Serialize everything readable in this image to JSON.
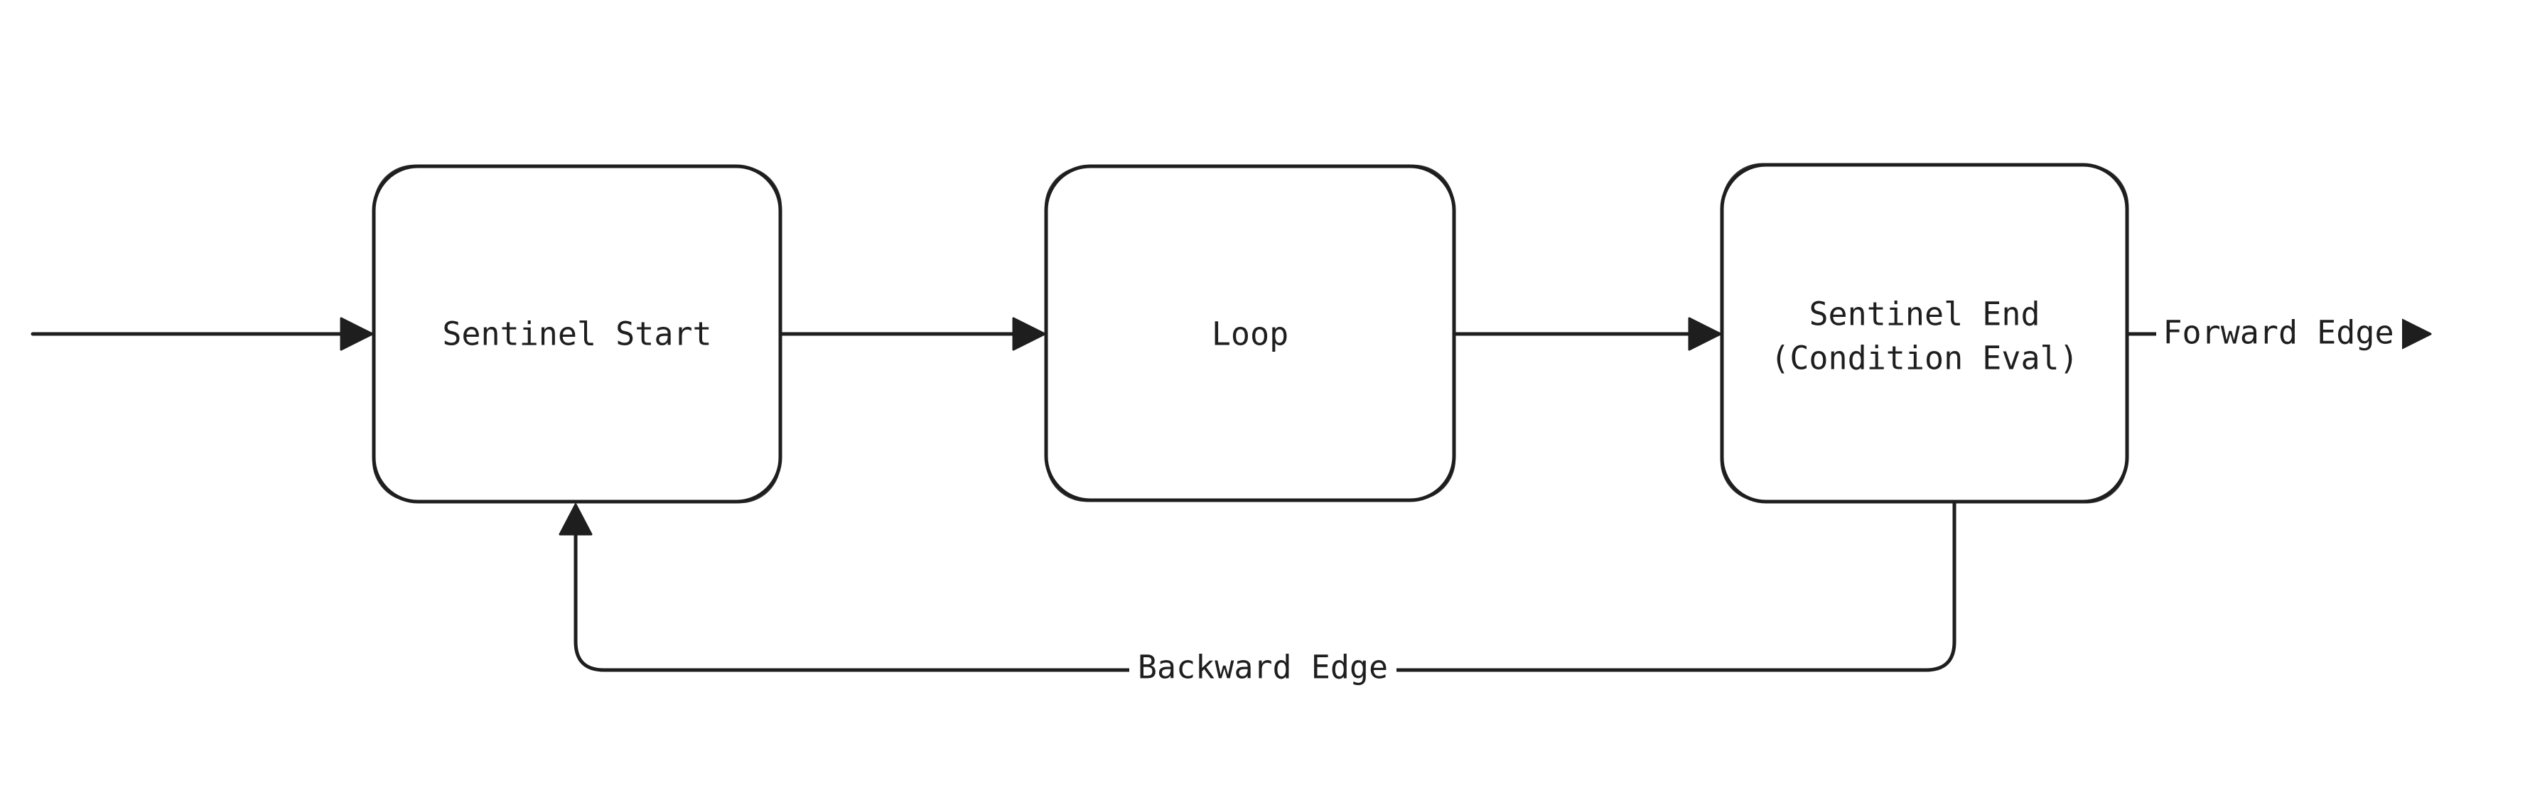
{
  "colors": {
    "stroke": "#1e1e1e",
    "background": "#ffffff"
  },
  "diagram": {
    "type": "flowchart",
    "style": "hand-drawn",
    "nodes": [
      {
        "id": "sentinel-start",
        "label": "Sentinel Start"
      },
      {
        "id": "loop",
        "label": "Loop"
      },
      {
        "id": "sentinel-end",
        "label_line1": "Sentinel End",
        "label_line2": "(Condition Eval)"
      }
    ],
    "edge_labels": {
      "forward": "Forward Edge",
      "backward": "Backward Edge"
    }
  }
}
